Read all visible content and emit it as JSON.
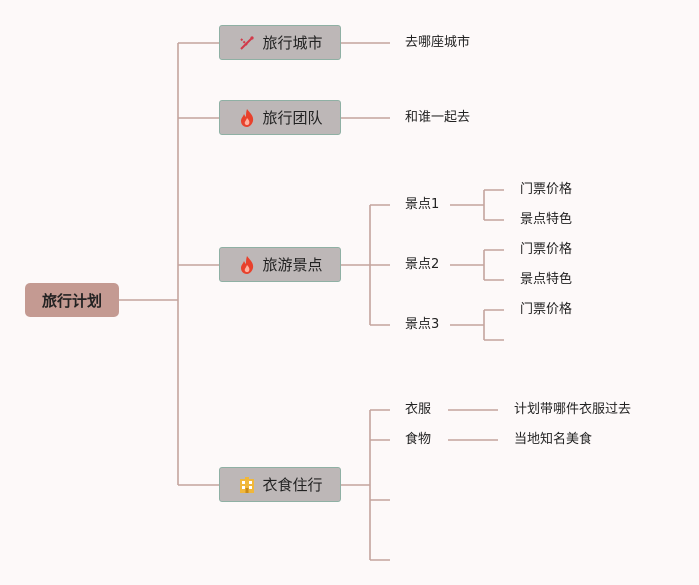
{
  "root": {
    "label": "旅行计划"
  },
  "branches": [
    {
      "label": "旅行城市",
      "icon": "pencil-ruler-icon",
      "children": [
        "去哪座城市"
      ]
    },
    {
      "label": "旅行团队",
      "icon": "fire-icon",
      "children": [
        "和谁一起去"
      ]
    },
    {
      "label": "旅游景点",
      "icon": "fire-icon",
      "spots": [
        {
          "label": "景点1",
          "details": [
            "门票价格",
            "景点特色"
          ]
        },
        {
          "label": "景点2",
          "details": [
            "门票价格",
            "景点特色"
          ]
        },
        {
          "label": "景点3",
          "details": [
            "门票价格",
            ""
          ]
        }
      ]
    },
    {
      "label": "衣食住行",
      "icon": "building-icon",
      "items": [
        {
          "label": "衣服",
          "detail": "计划带哪件衣服过去"
        },
        {
          "label": "食物",
          "detail": "当地知名美食"
        },
        {
          "label": "",
          "detail": ""
        },
        {
          "label": "",
          "detail": ""
        }
      ]
    }
  ],
  "colors": {
    "connector": "#c4a49e",
    "root_fill": "#c49a92",
    "node_fill": "#bdb7b7",
    "node_border": "#8fb0a4"
  }
}
